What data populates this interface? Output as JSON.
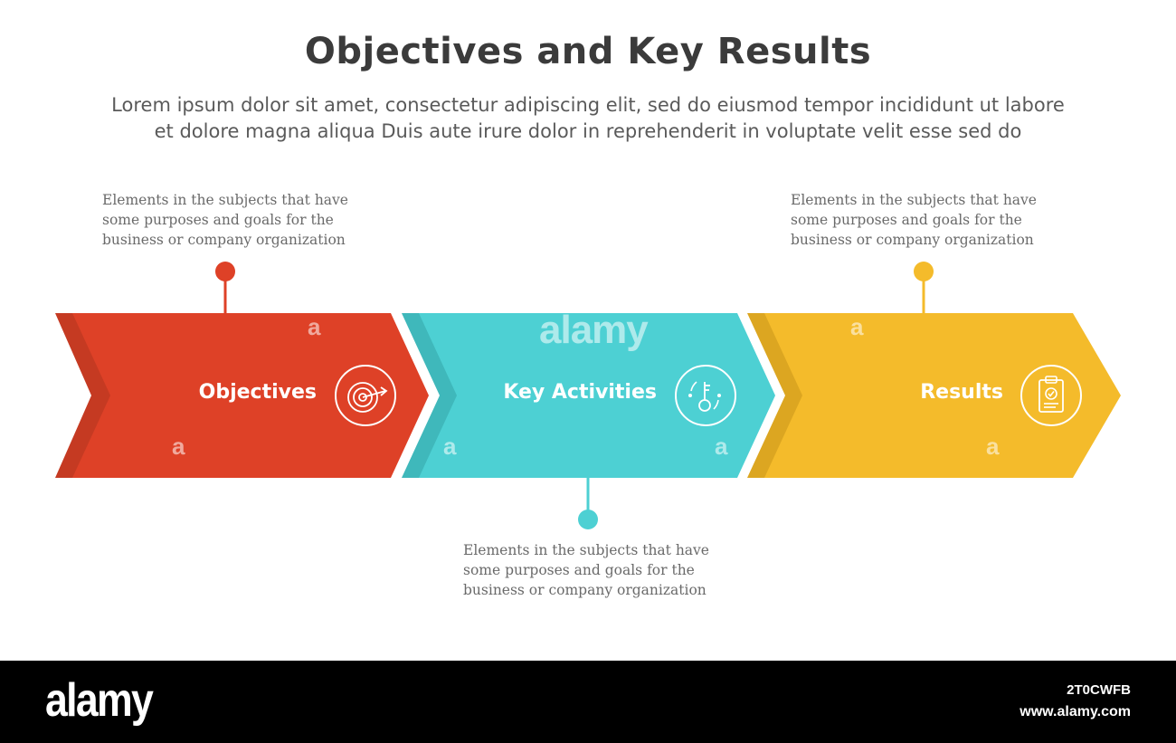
{
  "title": "Objectives and Key Results",
  "subtitle_line1": "Lorem ipsum dolor sit amet, consectetur adipiscing elit, sed do eiusmod tempor incididunt ut labore",
  "subtitle_line2": "et dolore magna aliqua Duis aute irure dolor in reprehenderit in voluptate velit esse sed do",
  "steps": [
    {
      "label": "Objectives",
      "color": "#de4127",
      "shade": "#c53a22",
      "icon": "target-icon",
      "description": "Elements in the subjects that have\nsome purposes and goals for the\nbusiness or company organization"
    },
    {
      "label": "Key Activities",
      "color": "#4dd0d3",
      "shade": "#3fb8bb",
      "icon": "key-icon",
      "description": "Elements in the subjects that have\nsome purposes and goals for the\nbusiness or company organization"
    },
    {
      "label": "Results",
      "color": "#f4bb2b",
      "shade": "#dca621",
      "icon": "clipboard-check-icon",
      "description": "Elements in the subjects that have\nsome purposes and goals for the\nbusiness or company organization"
    }
  ],
  "watermark": {
    "logo": "alamy",
    "letter": "a",
    "image_id": "2T0CWFB",
    "url": "www.alamy.com"
  }
}
